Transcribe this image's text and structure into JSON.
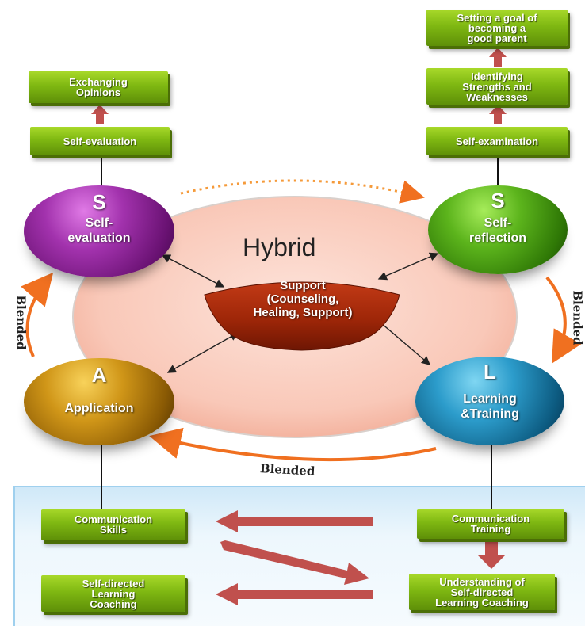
{
  "center": {
    "hybrid": "Hybrid",
    "support": "Support\n(Counseling,\nHealing, Support)"
  },
  "spheres": {
    "self_evaluation": {
      "letter": "S",
      "label": "Self-\nevaluation",
      "color": "#8e2a9c"
    },
    "self_reflection": {
      "letter": "S",
      "label": "Self-\nreflection",
      "color": "#3f9a12"
    },
    "application": {
      "letter": "A",
      "label": "Application",
      "color": "#b07a10"
    },
    "learning_training": {
      "letter": "L",
      "label": "Learning\n&Training",
      "color": "#1b7fa8"
    }
  },
  "left_top": {
    "opinions": "Exchanging\nOpinions",
    "self_evaluation": "Self-evaluation"
  },
  "right_top": {
    "goal": "Setting a goal of\nbecoming a\ngood parent",
    "strengths": "Identifying\nStrengths and\nWeaknesses",
    "self_examination": "Self-examination"
  },
  "bottom": {
    "communication_skills": "Communication\nSkills",
    "self_directed_coaching": "Self-directed\nLearning\nCoaching",
    "communication_training": "Communication\nTraining",
    "understanding": "Understanding of\nSelf-directed\nLearning Coaching"
  },
  "blended_labels": {
    "left": "Blended",
    "right": "Blended",
    "bottom": "Blended"
  },
  "colors": {
    "box_green": "#7fb812",
    "arrow_red": "#c0504d",
    "orange": "#f07020",
    "panel_blue": "#e3f1fb"
  }
}
